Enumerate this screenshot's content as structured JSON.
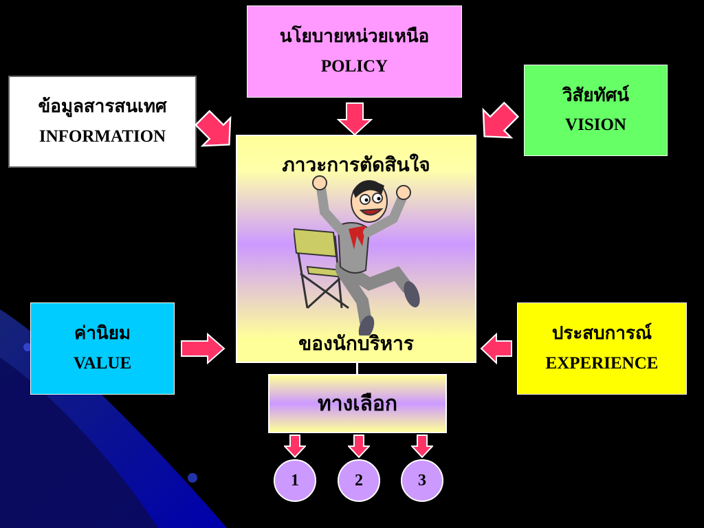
{
  "policy": {
    "th": "นโยบายหน่วยเหนือ",
    "en": "POLICY"
  },
  "information": {
    "th": "ข้อมูลสารสนเทศ",
    "en": "INFORMATION"
  },
  "vision": {
    "th": "วิสัยทัศน์",
    "en": "VISION"
  },
  "value": {
    "th": "ค่านิยม",
    "en": "VALUE"
  },
  "experience": {
    "th": "ประสบการณ์",
    "en": "EXPERIENCE"
  },
  "center": {
    "title": "ภาวะการตัดสินใจ",
    "subtitle": "ของนักบริหาร",
    "image": "excited-man-director-chair-icon"
  },
  "options": {
    "label": "ทางเลือก",
    "choices": [
      "1",
      "2",
      "3"
    ]
  },
  "colors": {
    "background": "#000000",
    "policy": "#ff99ff",
    "vision": "#66ff66",
    "value": "#00ccff",
    "experience": "#ffff00",
    "arrow": "#ff3366",
    "circle": "#cc99ff"
  }
}
